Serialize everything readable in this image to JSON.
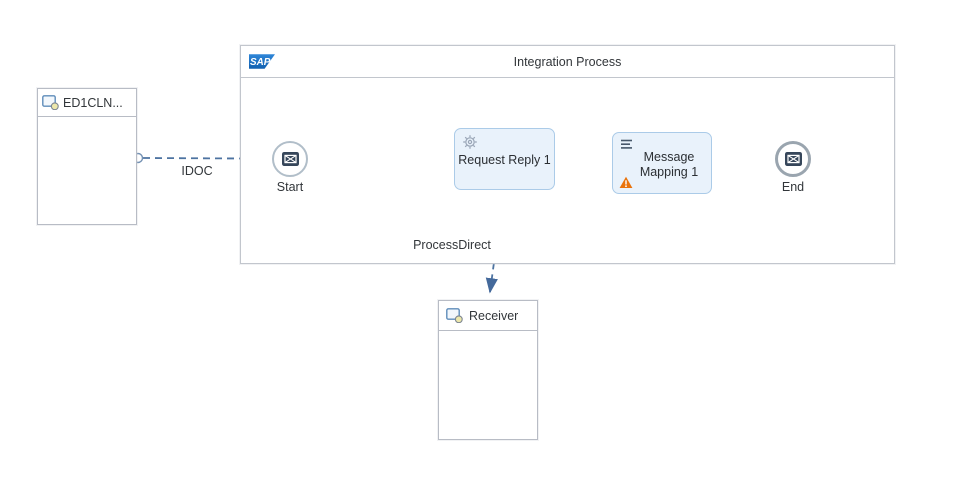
{
  "canvas": {
    "sender": {
      "label": "ED1CLN...",
      "icon": "participant-system-icon"
    },
    "receiver": {
      "label": "Receiver",
      "icon": "participant-system-icon"
    },
    "process": {
      "logo": "SAP",
      "title": "Integration Process",
      "nodes": {
        "start": {
          "label": "Start",
          "icon": "message-envelope-icon"
        },
        "request_reply": {
          "label": "Request Reply 1",
          "icon": "gear-icon",
          "connector": "bottom-port"
        },
        "message_mapping": {
          "label": "Message Mapping 1",
          "icon": "mapping-lines-icon",
          "status": "warning"
        },
        "end": {
          "label": "End",
          "icon": "message-envelope-icon"
        }
      }
    },
    "connections": {
      "idoc": {
        "label": "IDOC",
        "style": "dashed",
        "from": "sender",
        "to": "start"
      },
      "start_to_request_reply": {
        "style": "solid"
      },
      "request_reply_to_mapping": {
        "style": "solid"
      },
      "mapping_to_end": {
        "style": "solid"
      },
      "process_direct": {
        "label": "ProcessDirect",
        "style": "dashed",
        "from": "request_reply",
        "to": "receiver"
      }
    },
    "colors": {
      "task_fill": "#e9f2fb",
      "task_border": "#abcbe8",
      "connector_line": "#4d73a1",
      "connector_arrow": "#44699b",
      "container_border": "#c2c6cd",
      "warning_orange": "#e9730c",
      "icon_navy": "#36465a",
      "sap_blue_light": "#2f86d8",
      "sap_blue_dark": "#1160b0",
      "text": "#32363a"
    }
  }
}
